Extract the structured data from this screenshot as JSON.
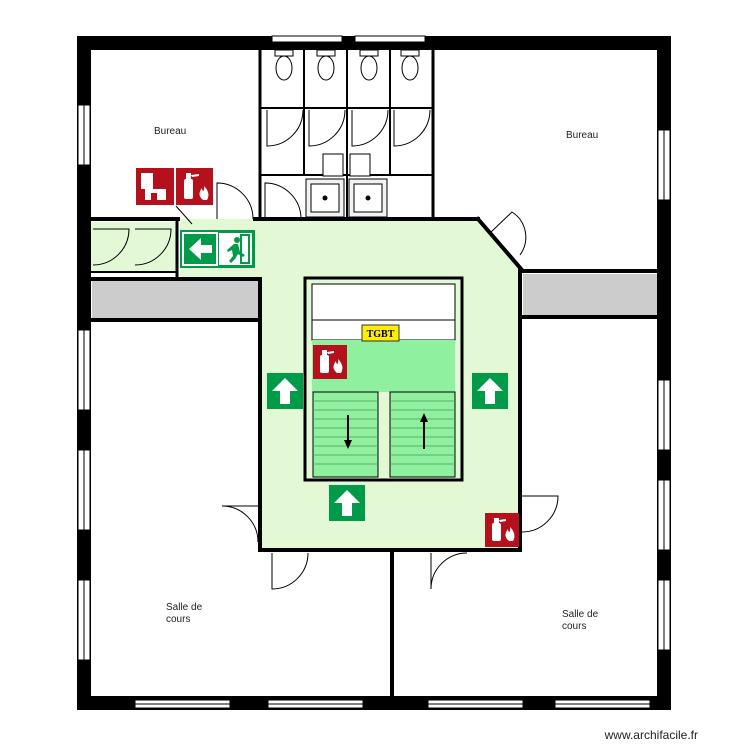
{
  "rooms": {
    "bureau_left": "Bureau",
    "bureau_right": "Bureau",
    "salle_left_line1": "Salle de",
    "salle_left_line2": "cours",
    "salle_right_line1": "Salle de",
    "salle_right_line2": "cours"
  },
  "labels": {
    "tgbt": "TGBT"
  },
  "watermark": "www.archifacile.fr",
  "colors": {
    "wall": "#000000",
    "corridor": "#e3f9d6",
    "stair_green": "#8ff0a0",
    "safety_green": "#009b48",
    "fire_red": "#b5111d",
    "tgbt_yellow": "#ffee00",
    "gray_fill": "#cccccc"
  },
  "icons": {
    "fire_alarm": "fire-alarm-icon",
    "extinguisher": "fire-extinguisher-icon",
    "exit_arrow": "exit-arrow-icon",
    "running_man": "emergency-exit-icon",
    "arrow_up": "arrow-up-icon"
  }
}
